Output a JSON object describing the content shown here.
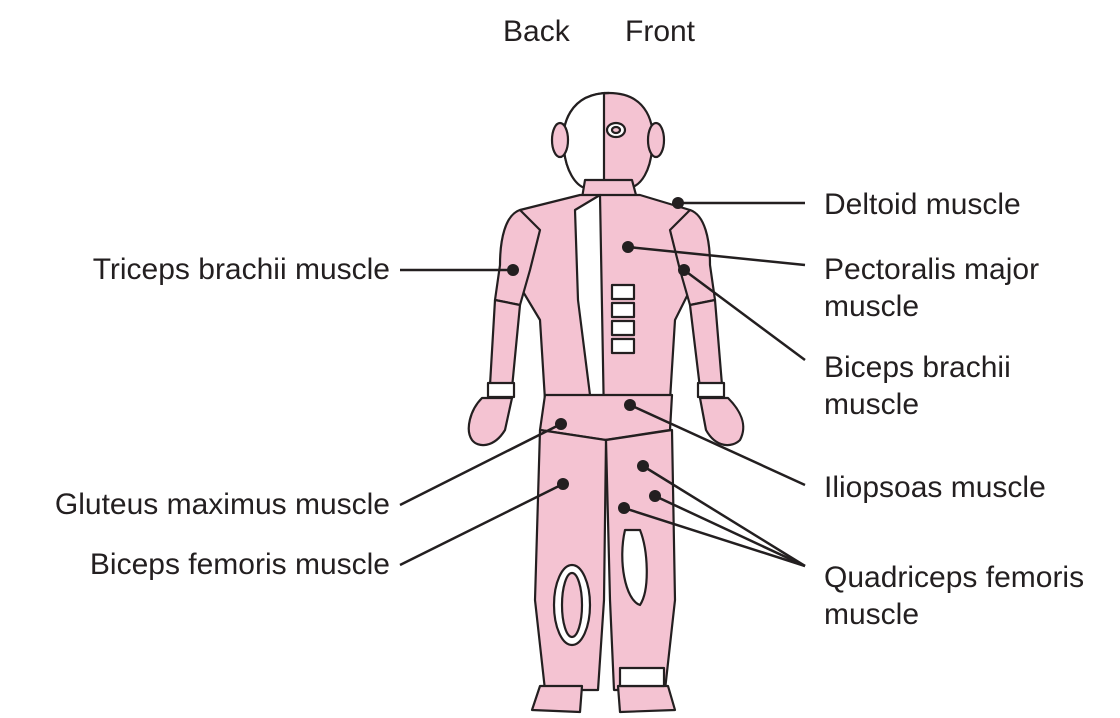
{
  "view_labels": {
    "back": "Back",
    "front": "Front"
  },
  "labels": {
    "deltoid": "Deltoid muscle",
    "pectoralis": [
      "Pectoralis major",
      "muscle"
    ],
    "biceps_brachii": [
      "Biceps brachii",
      "muscle"
    ],
    "iliopsoas": "Iliopsoas muscle",
    "quadriceps": [
      "Quadriceps femoris",
      "muscle"
    ],
    "triceps": "Triceps brachii muscle",
    "gluteus": "Gluteus maximus muscle",
    "biceps_femoris": "Biceps femoris muscle"
  },
  "colors": {
    "muscle": "#f4c3d2",
    "outline": "#231f20",
    "text": "#231f20"
  }
}
